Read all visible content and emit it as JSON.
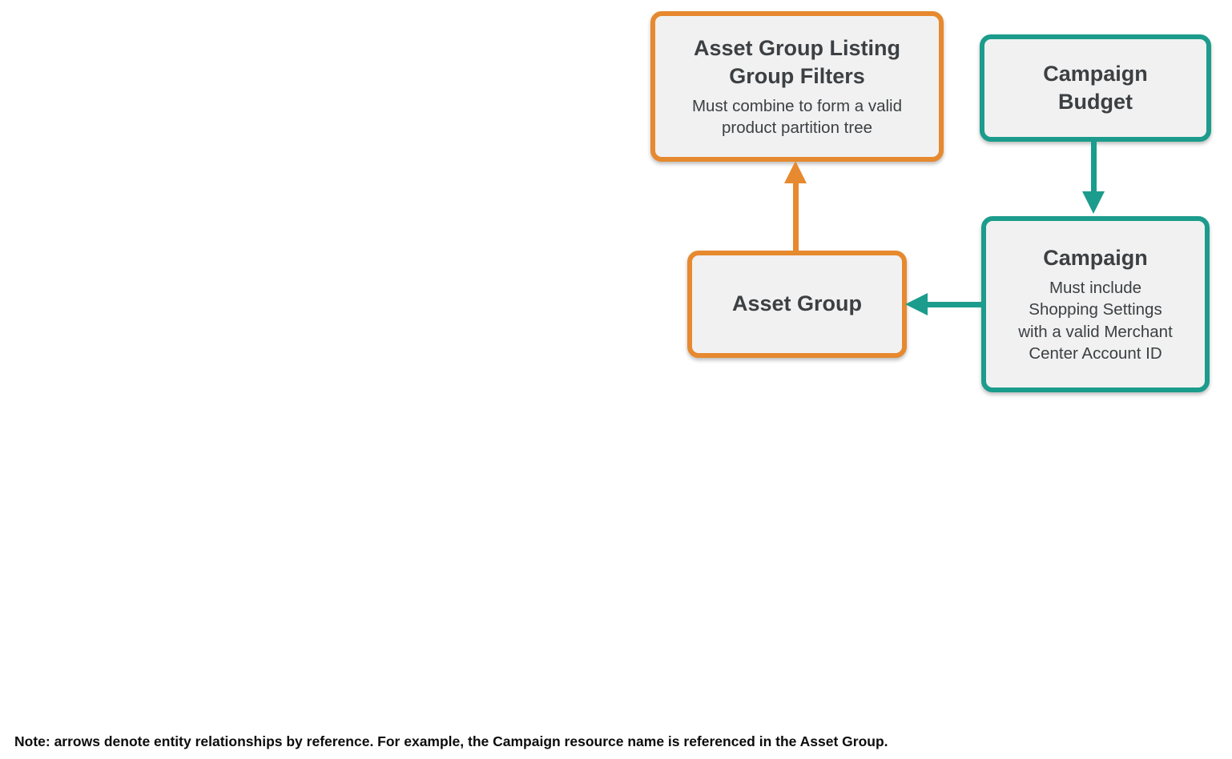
{
  "colors": {
    "orange": "#E6892F",
    "teal": "#1B9C8C",
    "box_fill": "#F1F1F1",
    "title_text": "#3C4043",
    "note_text": "#0C0C0C"
  },
  "diagram": {
    "nodes": {
      "listing_filters": {
        "title": "Asset Group Listing\nGroup Filters",
        "subtitle": "Must combine to form a valid\nproduct partition tree",
        "accent": "orange"
      },
      "campaign_budget": {
        "title": "Campaign\nBudget",
        "subtitle": "",
        "accent": "teal"
      },
      "campaign": {
        "title": "Campaign",
        "subtitle": "Must include\nShopping Settings\nwith a valid Merchant\nCenter Account ID",
        "accent": "teal"
      },
      "asset_group": {
        "title": "Asset Group",
        "subtitle": "",
        "accent": "orange"
      }
    },
    "edges": [
      {
        "from": "asset_group",
        "to": "listing_filters",
        "color": "orange",
        "direction": "up"
      },
      {
        "from": "campaign_budget",
        "to": "campaign",
        "color": "teal",
        "direction": "down"
      },
      {
        "from": "campaign",
        "to": "asset_group",
        "color": "teal",
        "direction": "left"
      }
    ]
  },
  "note": "Note: arrows denote entity relationships by reference. For example, the Campaign resource name is referenced in the Asset Group."
}
